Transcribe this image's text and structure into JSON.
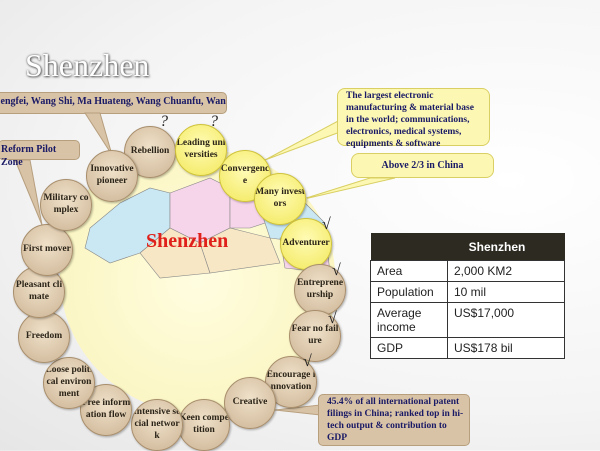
{
  "title": "Shenzhen",
  "map_label": "Shenzhen",
  "circles": {
    "rebellion": "Rebellion",
    "leading": "Leading universities",
    "convergence": "Convergence",
    "investors": "Many investors",
    "adventurer": "Adventurer",
    "entrepreneurship": "Entrepreneurship",
    "fear": "Fear no failure",
    "encourage": "Encourage innovation",
    "creative": "Creative",
    "keen": "Keen competition",
    "social": "Intensive social network",
    "info": "Free information flow",
    "loose": "Loose political environment",
    "freedom": "Freedom",
    "climate": "Pleasant climate",
    "first": "First mover",
    "military": "Military complex",
    "pioneer": "Innovative pioneer"
  },
  "marks": {
    "question": "?",
    "check": "√"
  },
  "callouts": {
    "people": "...engfei, Wang Shi, Ma Huateng, Wang Chuanfu, Wang Tao…",
    "reform": "Reform  Pilot Zone",
    "electronics": "The largest electronic manufacturing & material base in the world; communications, electronics, medical systems, equipments & software",
    "investors": "Above 2/3 in China",
    "patents": "45.4% of all international patent filings in China; ranked top in hi-tech output & contribution to GDP"
  },
  "table": {
    "header": "Shenzhen",
    "rows": [
      [
        "Area",
        "2,000 KM2"
      ],
      [
        "Population",
        "10 mil"
      ],
      [
        "Average income",
        "US$17,000"
      ],
      [
        "GDP",
        "US$178 bil"
      ]
    ]
  }
}
